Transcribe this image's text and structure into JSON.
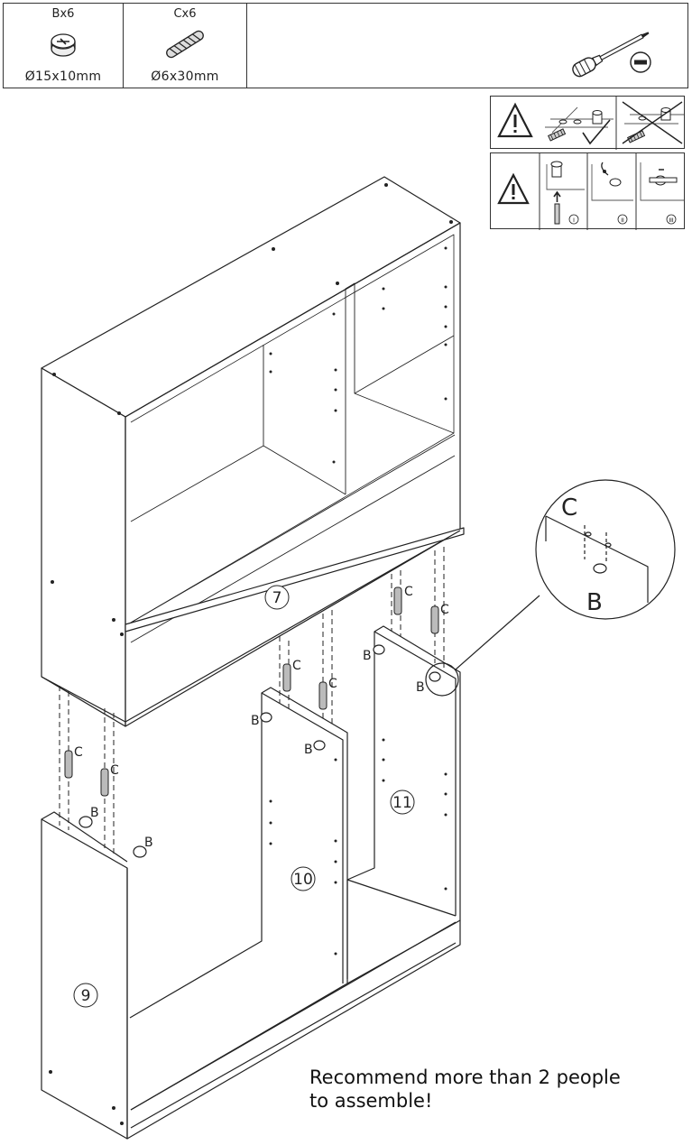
{
  "parts": [
    {
      "id": "B",
      "qty_label": "Bx6",
      "dimension": "Ø15x10mm",
      "icon": "cam-lock-icon"
    },
    {
      "id": "C",
      "qty_label": "Cx6",
      "dimension": "Ø6x30mm",
      "icon": "wood-dowel-icon"
    }
  ],
  "tools": {
    "icon": "flathead-screwdriver-icon"
  },
  "warnings": {
    "row1": {
      "icon": "warning-triangle-icon"
    },
    "row2": {
      "icon": "warning-triangle-icon",
      "steps": [
        "I",
        "II",
        "III"
      ]
    }
  },
  "panels": {
    "p7": "7",
    "p9": "9",
    "p10": "10",
    "p11": "11"
  },
  "hardware_labels": {
    "b": "B",
    "c": "C"
  },
  "note": "Recommend more than 2 people\nto assemble!"
}
